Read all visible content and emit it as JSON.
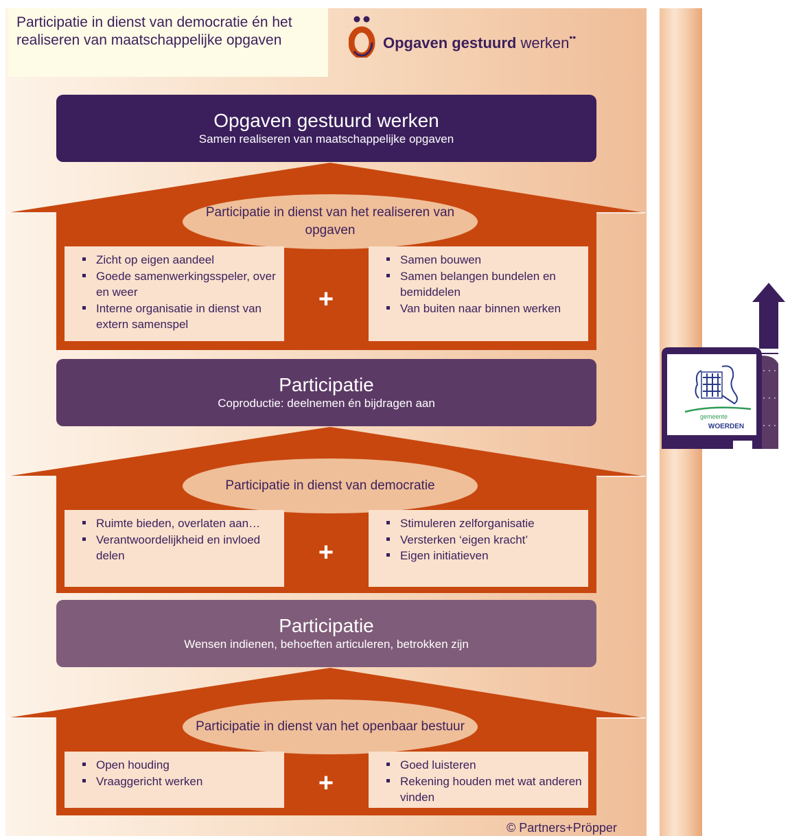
{
  "topnote": "Participatie in dienst van democratie én het realiseren van maatschappelijke opgaven",
  "brand": {
    "bold": "Opgaven gestuurd",
    "regular": "werken",
    "dots": "••"
  },
  "levels": [
    {
      "title": "Opgaven gestuurd werken",
      "subtitle": "Samen realiseren van maatschappelijke opgaven",
      "color": "#3b1f5c"
    },
    {
      "title": "Participatie",
      "subtitle": "Coproductie: deelnemen én bijdragen aan",
      "color": "#5c3a66"
    },
    {
      "title": "Participatie",
      "subtitle": "Wensen indienen, behoeften articuleren, betrokken zijn",
      "color": "#7f5c79"
    }
  ],
  "roofs": [
    {
      "ellipse": "Participatie in dienst van het realiseren van opgaven",
      "left": [
        "Zicht op eigen aandeel",
        "Goede samenwerkingsspeler, over en weer",
        "Interne organisatie in dienst van extern samenspel"
      ],
      "plus": "+",
      "right": [
        "Samen bouwen",
        "Samen belangen bundelen en bemiddelen",
        "Van buiten naar binnen werken"
      ]
    },
    {
      "ellipse": "Participatie in dienst van democratie",
      "left": [
        "Ruimte bieden, overlaten aan…",
        "Verantwoordelijkheid en invloed delen"
      ],
      "plus": "+",
      "right": [
        "Stimuleren zelforganisatie",
        "Versterken ‘eigen kracht’",
        "Eigen initiatieven"
      ]
    },
    {
      "ellipse": "Participatie in dienst van het openbaar bestuur",
      "left": [
        "Open houding",
        "Vraaggericht werken"
      ],
      "plus": "+",
      "right": [
        "Goed luisteren",
        "Rekening houden met wat anderen vinden"
      ]
    }
  ],
  "logo": {
    "line1": "gemeente",
    "line2": "WOERDEN"
  },
  "copyright": "© Partners+Pröpper",
  "colors": {
    "roof": "#c8470f",
    "ellipse": "#efbf99",
    "column": "#f9e1cd",
    "text": "#3b1f5c",
    "side_purple": "#3b1f5c"
  }
}
